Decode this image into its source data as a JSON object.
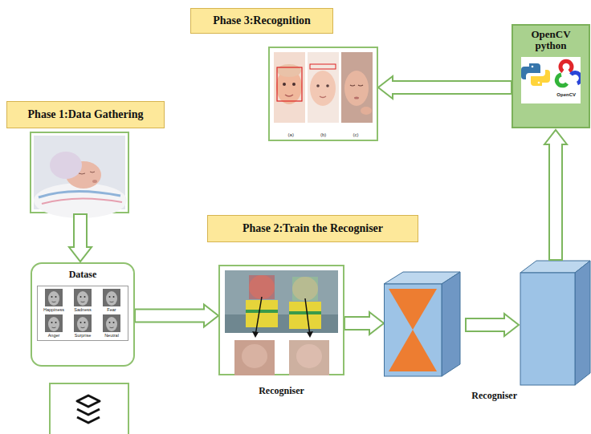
{
  "diagram": {
    "nodes": [
      {
        "text": [
          "Phase 3:Recognition"
        ]
      },
      {
        "text": [
          "(a)",
          "(b)",
          "(c)"
        ]
      },
      {
        "text": [
          "OpenCV python",
          "OpenCV"
        ]
      },
      {
        "text": [
          "Phase 1:Data Gathering"
        ]
      },
      {
        "text": [
          "Datase",
          "Happiness",
          "Sadness",
          "Fear",
          "Anger",
          "Surprise",
          "Neutral"
        ]
      },
      {
        "text": [
          "Phase 2:Train the Recogniser"
        ]
      },
      {
        "text": [
          "Recogniser"
        ]
      },
      {
        "text": [
          "Recogniser"
        ]
      }
    ],
    "edges": [
      {
        "from": 4,
        "to": 6,
        "arrow": "to"
      },
      {
        "from": 6,
        "to": 7,
        "arrow": "to"
      },
      {
        "from": 2,
        "to": 1,
        "arrow": "to"
      }
    ]
  }
}
